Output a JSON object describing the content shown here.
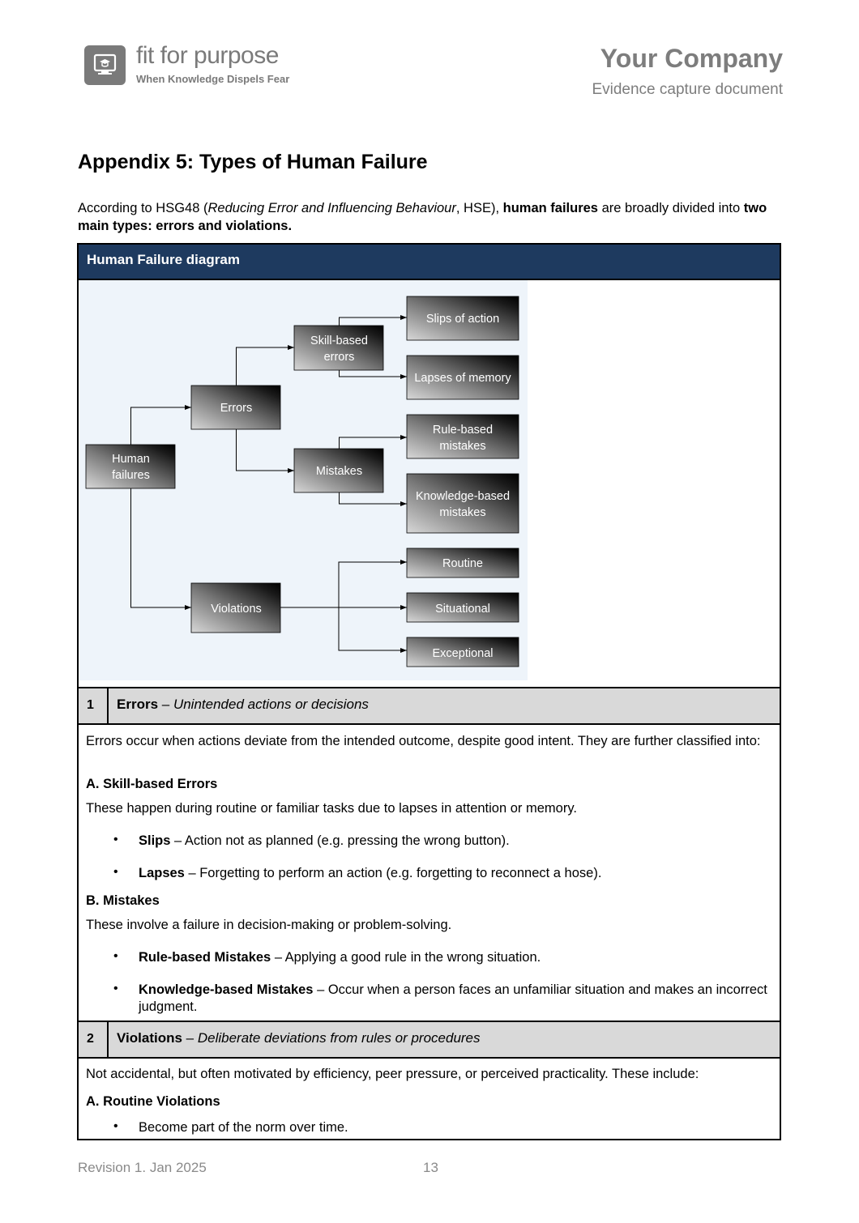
{
  "header": {
    "logo_name": "fit for purpose",
    "logo_tagline": "When Knowledge Dispels Fear",
    "company": "Your Company",
    "document_type": "Evidence capture document"
  },
  "heading": "Appendix 5: Types of Human Failure",
  "intro": {
    "p1": "According to HSG48 (",
    "p2_italic": "Reducing Error and Influencing Behaviour",
    "p3": ", HSE), ",
    "p4_bold": "human failures",
    "p5": " are broadly divided into ",
    "p6_bold": "two main types: errors and violations."
  },
  "table": {
    "title": "Human Failure diagram",
    "diagram": {
      "root": [
        "Human",
        "failures"
      ],
      "errors": "Errors",
      "violations": "Violations",
      "skill_based": [
        "Skill-based",
        "errors"
      ],
      "mistakes": "Mistakes",
      "slips": "Slips of action",
      "lapses": "Lapses of memory",
      "rule_based": [
        "Rule-based",
        "mistakes"
      ],
      "knowledge_based": [
        "Knowledge-based",
        "mistakes"
      ],
      "routine": "Routine",
      "situational": "Situational",
      "exceptional": "Exceptional"
    },
    "section1": {
      "number": "1",
      "title_bold": "Errors",
      "title_rest": " – ",
      "title_italic": "Unintended actions or decisions",
      "intro": "Errors occur when actions deviate from the intended outcome, despite good intent. They are further classified into:",
      "a_heading": "A. Skill-based Errors",
      "a_text": "These happen during routine or familiar tasks due to lapses in attention or memory.",
      "a_items": [
        {
          "bold": "Slips",
          "text": " – Action not as planned (e.g. pressing the wrong button)."
        },
        {
          "bold": "Lapses",
          "text": " – Forgetting to perform an action (e.g. forgetting to reconnect a hose)."
        }
      ],
      "b_heading": "B. Mistakes",
      "b_text": "These involve a failure in decision-making or problem-solving.",
      "b_items": [
        {
          "bold": "Rule-based Mistakes",
          "text": " – Applying a good rule in the wrong situation."
        },
        {
          "bold": "Knowledge-based Mistakes",
          "text": " – Occur when a person faces an unfamiliar situation and makes an incorrect judgment."
        }
      ]
    },
    "section2": {
      "number": "2",
      "title_bold": "Violations",
      "title_rest": " – ",
      "title_italic": "Deliberate deviations from rules or procedures",
      "intro": "Not accidental, but often motivated by efficiency, peer pressure, or perceived practicality. These include:",
      "a_heading": "A. Routine Violations",
      "a_items": [
        {
          "text": "Become part of the norm over time."
        }
      ]
    }
  },
  "footer": {
    "revision": "Revision 1. Jan 2025",
    "page": "13"
  }
}
